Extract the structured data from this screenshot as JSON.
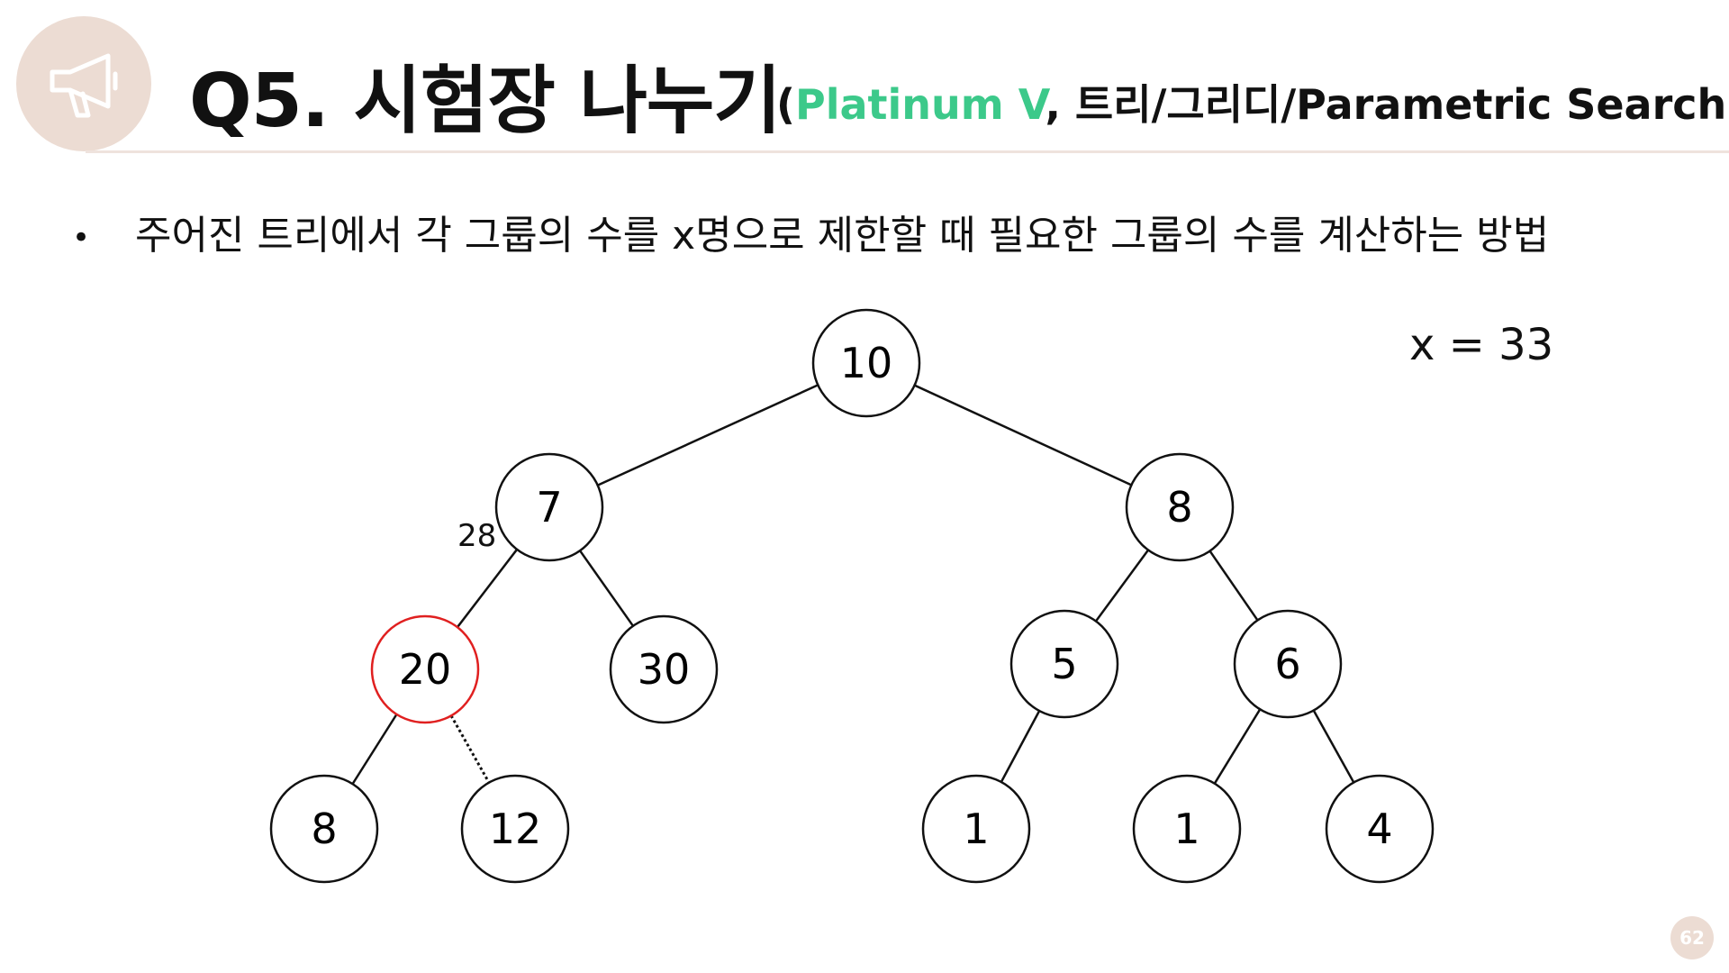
{
  "header": {
    "title": "Q5. 시험장 나누기",
    "subtitle_open": "(",
    "subtitle_accent": "Platinum V",
    "subtitle_rest": ", 트리/그리디/Parametric Search)"
  },
  "bullet": {
    "text": "주어진 트리에서 각 그룹의 수를 x명으로 제한할 때 필요한 그룹의 수를 계산하는 방법"
  },
  "x_value": "x = 33",
  "edge_weight_label": "28",
  "page_number": "62",
  "colors": {
    "accent": "#3cc98a",
    "highlight_node": "#e02020",
    "logo_bg": "#ecdcd3"
  },
  "tree": {
    "nodes": [
      {
        "id": "n10",
        "label": "10"
      },
      {
        "id": "n7",
        "label": "7"
      },
      {
        "id": "n8a",
        "label": "8"
      },
      {
        "id": "n20",
        "label": "20",
        "highlight": true
      },
      {
        "id": "n30",
        "label": "30"
      },
      {
        "id": "n5",
        "label": "5"
      },
      {
        "id": "n6",
        "label": "6"
      },
      {
        "id": "n8b",
        "label": "8"
      },
      {
        "id": "n12",
        "label": "12"
      },
      {
        "id": "n1a",
        "label": "1"
      },
      {
        "id": "n1b",
        "label": "1"
      },
      {
        "id": "n4",
        "label": "4"
      }
    ],
    "edges": [
      {
        "from": "n10",
        "to": "n7"
      },
      {
        "from": "n10",
        "to": "n8a"
      },
      {
        "from": "n7",
        "to": "n20"
      },
      {
        "from": "n7",
        "to": "n30"
      },
      {
        "from": "n8a",
        "to": "n5"
      },
      {
        "from": "n8a",
        "to": "n6"
      },
      {
        "from": "n20",
        "to": "n8b"
      },
      {
        "from": "n20",
        "to": "n12",
        "dotted": true
      },
      {
        "from": "n5",
        "to": "n1a"
      },
      {
        "from": "n6",
        "to": "n1b"
      },
      {
        "from": "n6",
        "to": "n4"
      }
    ]
  }
}
